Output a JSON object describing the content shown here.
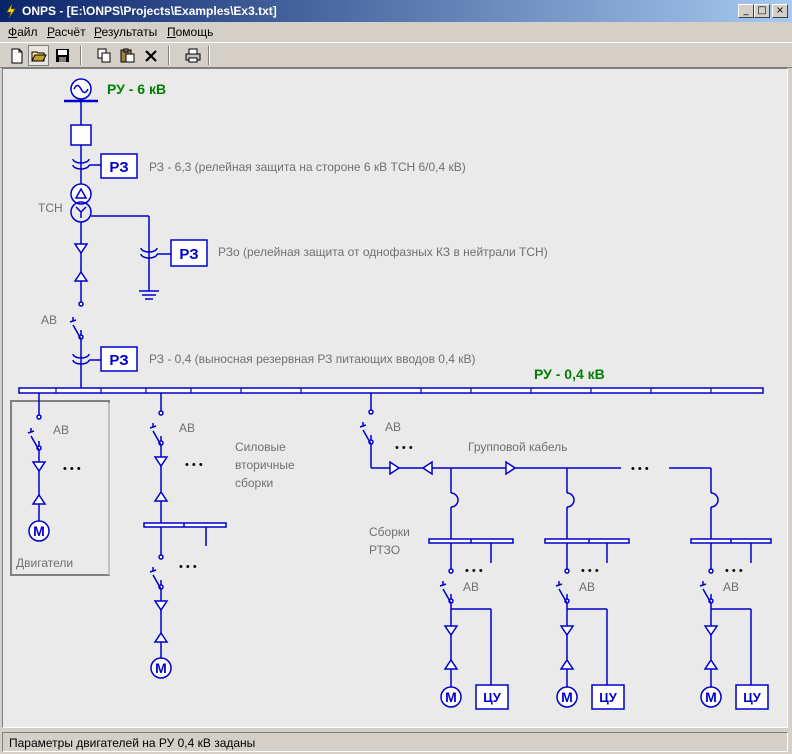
{
  "window": {
    "title": "ONPS - [E:\\ONPS\\Projects\\Examples\\Ex3.txt]",
    "minimize_glyph": "_",
    "maximize_glyph": "□",
    "close_glyph": "×"
  },
  "menu": {
    "items": [
      {
        "accel": "Ф",
        "rest": "айл"
      },
      {
        "accel": "Р",
        "rest": "асчёт"
      },
      {
        "accel": "Р",
        "rest": "езультаты"
      },
      {
        "accel": "П",
        "rest": "омощь"
      }
    ]
  },
  "colors": {
    "wire": "#0000cc",
    "label": "#707070",
    "bus_label": "#008000"
  },
  "diagram": {
    "ru6": "РУ - 6 кВ",
    "ru04": "РУ - 0,4 кВ",
    "rz_box": "РЗ",
    "rz_box_hv": "РЗ",
    "rz_box_lv": "РЗ",
    "rz63": "РЗ - 6,3  (релейная защита на стороне 6 кВ ТСН 6/0,4 кВ)",
    "rz0": "РЗо  (релейная защита от однофазных КЗ в нейтрали ТСН)",
    "rz04": "РЗ - 0,4  (выносная резервная РЗ питающих вводов 0,4 кВ)",
    "tsn": "ТСН",
    "av": "АВ",
    "dots": "• • •",
    "motor": "М",
    "cu": "ЦУ",
    "motors_group": "Двигатели",
    "sec_line1": "Силовые",
    "sec_line2": "вторичные",
    "sec_line3": "сборки",
    "group_cable": "Групповой кабель",
    "rtzo_line1": "Сборки",
    "rtzo_line2": "РТЗО"
  },
  "status": {
    "text": "Параметры двигателей на РУ 0,4 кВ заданы"
  }
}
